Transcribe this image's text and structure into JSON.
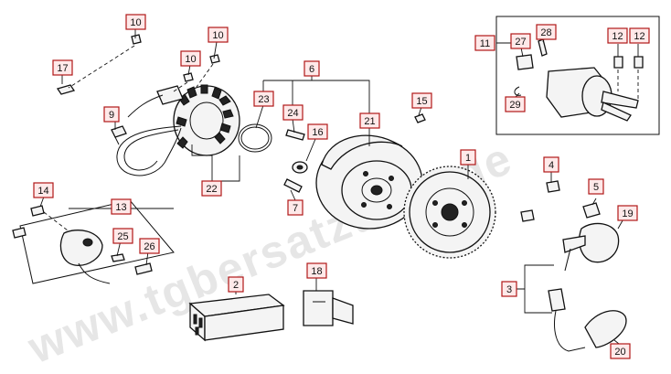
{
  "watermark": "www.tgbersatzteile.de",
  "callouts": {
    "c1": "1",
    "c2": "2",
    "c3": "3",
    "c4": "4",
    "c5": "5",
    "c6": "6",
    "c7": "7",
    "c9": "9",
    "c10a": "10",
    "c10b": "10",
    "c10c": "10",
    "c11": "11",
    "c12a": "12",
    "c12b": "12",
    "c13": "13",
    "c14": "14",
    "c15": "15",
    "c16": "16",
    "c17": "17",
    "c18": "18",
    "c19": "19",
    "c20": "20",
    "c21": "21",
    "c22": "22",
    "c23": "23",
    "c24": "24",
    "c25": "25",
    "c26": "26",
    "c27": "27",
    "c28": "28",
    "c29": "29"
  },
  "colors": {
    "callout_border": "#b01818",
    "callout_fill": "#ffe9e9",
    "watermark": "#c8c8c8"
  }
}
